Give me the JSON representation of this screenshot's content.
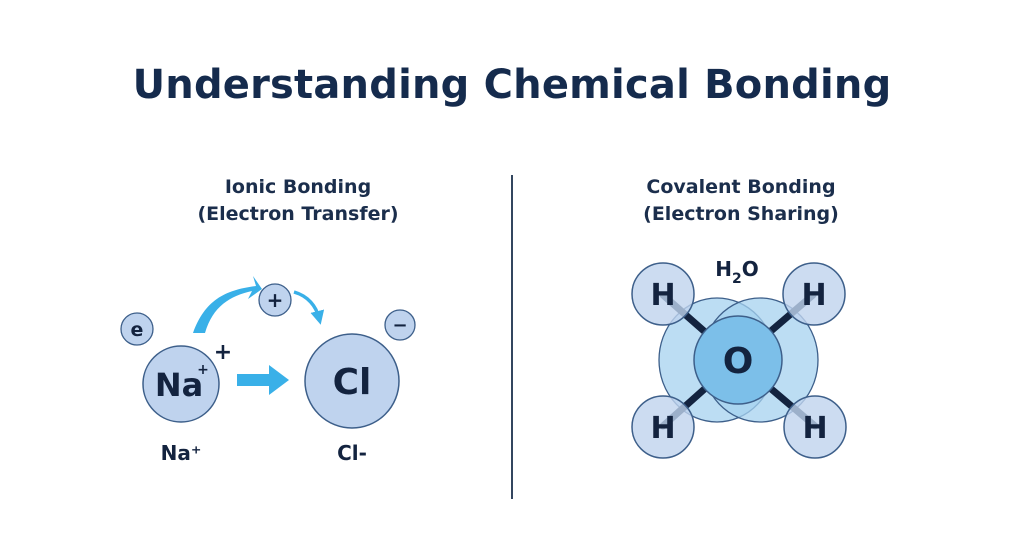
{
  "title": "Understanding Chemical Bonding",
  "ionic": {
    "heading_line1": "Ionic Bonding",
    "heading_line2": "(Electron Transfer)",
    "sodium_symbol": "Na",
    "sodium_charge": "+",
    "chlorine_symbol": "Cl",
    "electron_label": "e",
    "plus_bubble": "+",
    "minus_bubble": "−",
    "plus_sign": "+",
    "sodium_ion_label": "Na⁺",
    "chloride_ion_label": "Cl-"
  },
  "covalent": {
    "heading_line1": "Covalent Bonding",
    "heading_line2": "(Electron Sharing)",
    "formula_h": "H",
    "formula_sub": "2",
    "formula_o": "O",
    "oxygen_symbol": "O",
    "hydrogen_symbol": "H"
  },
  "colors": {
    "atom_fill": "#bfd3ee",
    "atom_stroke": "#3d5f8a",
    "arrow": "#39b0e8",
    "overlap_fill": "#a6d2ef",
    "oxygen_fill": "#7cbfe9",
    "text": "#13233f"
  }
}
